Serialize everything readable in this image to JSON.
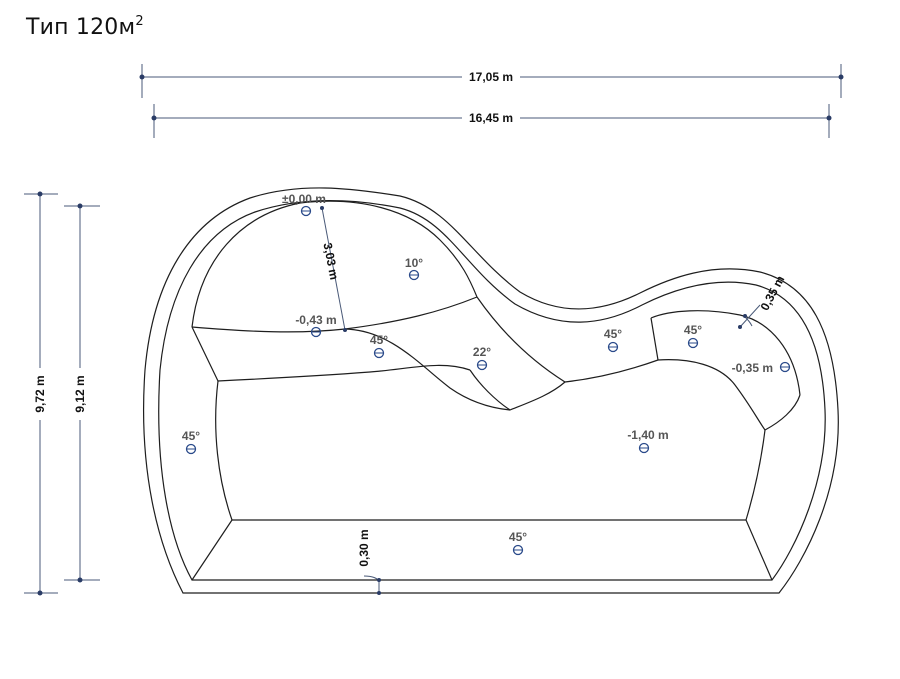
{
  "title": {
    "text": "Тип 120м",
    "superscript": "2"
  },
  "dimensions": {
    "overall_width": "17,05 m",
    "inner_width": "16,45 m",
    "overall_height": "9,72 m",
    "inner_height": "9,12 m",
    "bench_length": "3,03 m",
    "wall_thickness": "0,30 m",
    "step_width": "0,35 m"
  },
  "elevations": {
    "top": "±0,00 m",
    "bench": "-0,43 m",
    "step": "-0,35 m",
    "floor": "-1,40 m"
  },
  "slopes": {
    "ramp_top": "10°",
    "bench_left": "45°",
    "ramp_mid": "22°",
    "step_left": "45°",
    "step_right": "45°",
    "left_wall": "45°",
    "bottom_wall": "45°"
  },
  "colors": {
    "dimension": "#2a3c66",
    "outline": "#1e1e1e",
    "marker": "#2a4a8a",
    "label": "#555555"
  }
}
